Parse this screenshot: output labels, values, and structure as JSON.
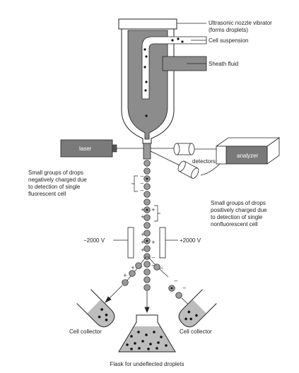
{
  "labels": {
    "nozzle_line1": "Ultrasonic nozzle vibrator",
    "nozzle_line2": "(forms droplets)",
    "cell_suspension": "Cell suspension",
    "sheath_fluid": "Sheath fluid",
    "laser": "laser",
    "detectors": "detectors",
    "analyzer": "analyzer",
    "neg_line1": "Small groups of drops",
    "neg_line2": "negatively charged due",
    "neg_line3": "to detection of single",
    "neg_line4": "fluorescent cell",
    "pos_line1": "Small groups of drops",
    "pos_line2": "positively charged due",
    "pos_line3": "to detection of single",
    "pos_line4": "nonfluorescent cell",
    "voltage_left": "−2000 V",
    "voltage_right": "+2000 V",
    "collector_left": "Cell collector",
    "collector_right": "Cell collector",
    "flask": "Flask for undeflected droplets"
  },
  "charge_signs": {
    "plus": "+",
    "minus": "−"
  },
  "icons": [
    "droplet-icon",
    "cell-dot-icon"
  ],
  "colors": {
    "nozzle_fill": "#8c8c8c",
    "droplet_fill": "#9a9a9a",
    "box_fill": "#7a7a7a",
    "liquid_fill": "#bdbdbd"
  }
}
